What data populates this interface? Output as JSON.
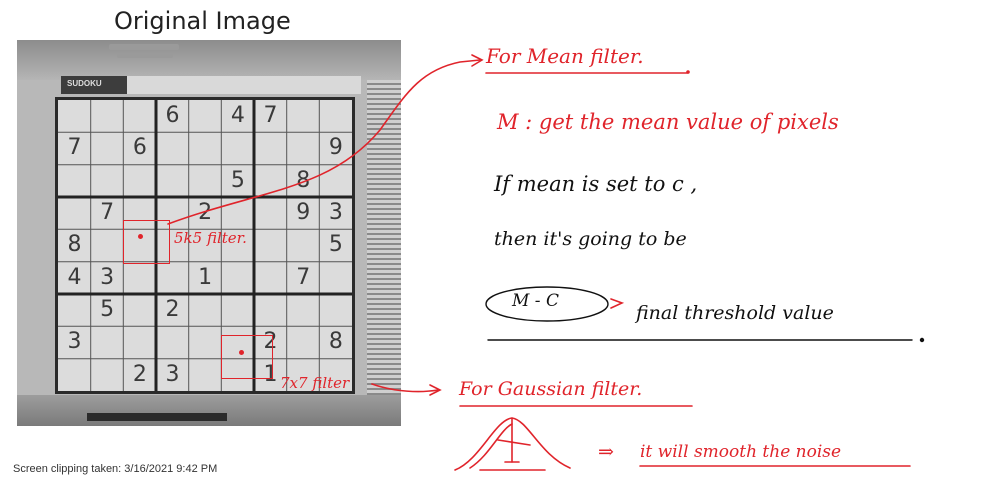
{
  "figure_title": "Original Image",
  "photo": {
    "header_label": "SUDOKU",
    "grid_cells": [
      {
        "row": 0,
        "col": 3,
        "value": "6"
      },
      {
        "row": 0,
        "col": 5,
        "value": "4"
      },
      {
        "row": 0,
        "col": 6,
        "value": "7"
      },
      {
        "row": 1,
        "col": 0,
        "value": "7"
      },
      {
        "row": 1,
        "col": 2,
        "value": "6"
      },
      {
        "row": 1,
        "col": 8,
        "value": "9"
      },
      {
        "row": 2,
        "col": 5,
        "value": "5"
      },
      {
        "row": 2,
        "col": 7,
        "value": "8"
      },
      {
        "row": 3,
        "col": 1,
        "value": "7"
      },
      {
        "row": 3,
        "col": 4,
        "value": "2"
      },
      {
        "row": 3,
        "col": 7,
        "value": "9"
      },
      {
        "row": 3,
        "col": 8,
        "value": "3"
      },
      {
        "row": 4,
        "col": 0,
        "value": "8"
      },
      {
        "row": 4,
        "col": 8,
        "value": "5"
      },
      {
        "row": 5,
        "col": 0,
        "value": "4"
      },
      {
        "row": 5,
        "col": 1,
        "value": "3"
      },
      {
        "row": 5,
        "col": 4,
        "value": "1"
      },
      {
        "row": 5,
        "col": 7,
        "value": "7"
      },
      {
        "row": 6,
        "col": 1,
        "value": "5"
      },
      {
        "row": 6,
        "col": 3,
        "value": "2"
      },
      {
        "row": 7,
        "col": 0,
        "value": "3"
      },
      {
        "row": 7,
        "col": 6,
        "value": "2"
      },
      {
        "row": 7,
        "col": 8,
        "value": "8"
      },
      {
        "row": 8,
        "col": 2,
        "value": "2"
      },
      {
        "row": 8,
        "col": 3,
        "value": "3"
      },
      {
        "row": 8,
        "col": 6,
        "value": "1"
      }
    ]
  },
  "annotations": {
    "filter_5x5_label": "5k5 filter.",
    "filter_7x7_label": "7x7 filter",
    "mean_heading": "For Mean filter.",
    "mean_line1": "M : get the mean value of pixels",
    "mean_line2": "If mean is set to c ,",
    "mean_line3": "then it's going to be",
    "mean_line4_oval": "M - C",
    "mean_line4_rest": "final threshold value",
    "gaussian_heading": "For Gaussian filter.",
    "gaussian_effect": "it will smooth the noise",
    "arrow_symbol": "⇒"
  },
  "colors": {
    "ink_red": "#e0242b",
    "ink_black": "#111111"
  },
  "footer": "Screen clipping taken: 3/16/2021 9:42 PM"
}
